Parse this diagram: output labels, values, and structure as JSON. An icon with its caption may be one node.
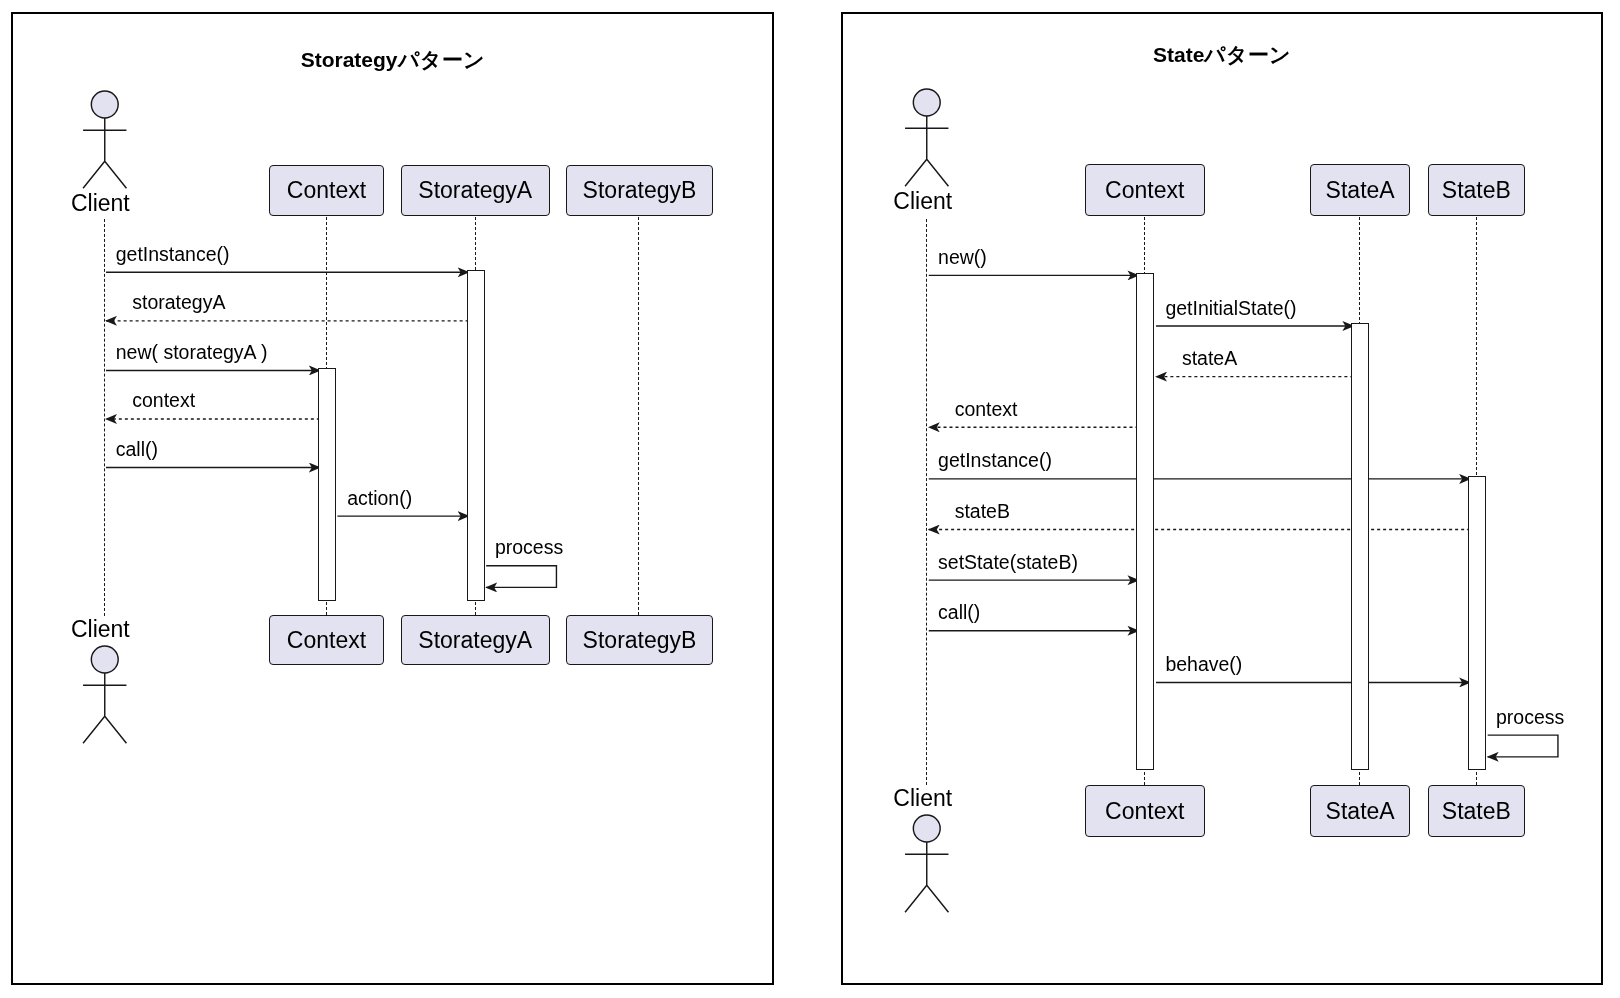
{
  "diagram": {
    "nodes": [
      {
        "text": [
          "Storategyパターン"
        ]
      },
      {
        "text": [
          "Client"
        ],
        "in": 0
      },
      {
        "text": [
          "Context"
        ],
        "in": 0
      },
      {
        "text": [
          "StorategyA"
        ],
        "in": 0
      },
      {
        "text": [
          "StorategyB"
        ],
        "in": 0
      },
      {
        "text": [],
        "shape": "line",
        "in": 0
      },
      {
        "text": [],
        "shape": "line",
        "in": 0
      },
      {
        "text": [],
        "shape": "line",
        "in": 0
      },
      {
        "text": [],
        "shape": "line",
        "in": 0
      },
      {
        "text": [],
        "shape": "bar",
        "in": 0
      },
      {
        "text": [],
        "shape": "bar",
        "in": 0
      },
      {
        "text": [
          "Client"
        ],
        "in": 0
      },
      {
        "text": [
          "Context"
        ],
        "in": 0
      },
      {
        "text": [
          "StorategyA"
        ],
        "in": 0
      },
      {
        "text": [
          "StorategyB"
        ],
        "in": 0
      },
      {
        "text": [
          "Stateパターン"
        ]
      },
      {
        "text": [
          "Client"
        ],
        "in": 15
      },
      {
        "text": [
          "Context"
        ],
        "in": 15
      },
      {
        "text": [
          "StateA"
        ],
        "in": 15
      },
      {
        "text": [
          "StateB"
        ],
        "in": 15
      },
      {
        "text": [],
        "shape": "line",
        "in": 15
      },
      {
        "text": [],
        "shape": "line",
        "in": 15
      },
      {
        "text": [],
        "shape": "line",
        "in": 15
      },
      {
        "text": [],
        "shape": "line",
        "in": 15
      },
      {
        "text": [],
        "shape": "bar",
        "in": 15
      },
      {
        "text": [],
        "shape": "bar",
        "in": 15
      },
      {
        "text": [],
        "shape": "bar",
        "in": 15
      },
      {
        "text": [
          "Client"
        ],
        "in": 15
      },
      {
        "text": [
          "Context"
        ],
        "in": 15
      },
      {
        "text": [
          "StateA"
        ],
        "in": 15
      },
      {
        "text": [
          "StateB"
        ],
        "in": 15
      }
    ],
    "edges": [
      {
        "from": 5,
        "to": 10,
        "arrow": "to",
        "label": "getInstance()"
      },
      {
        "from": 10,
        "to": 5,
        "arrow": "to",
        "label": "storategyA",
        "style": "dashed"
      },
      {
        "from": 5,
        "to": 9,
        "arrow": "to",
        "label": "new( storategyA )"
      },
      {
        "from": 9,
        "to": 5,
        "arrow": "to",
        "label": "context",
        "style": "dashed"
      },
      {
        "from": 5,
        "to": 9,
        "arrow": "to",
        "label": "call()"
      },
      {
        "from": 9,
        "to": 10,
        "arrow": "to",
        "label": "action()"
      },
      {
        "from": 10,
        "to": 10,
        "arrow": "to",
        "label": "process"
      },
      {
        "from": 20,
        "to": 24,
        "arrow": "to",
        "label": "new()"
      },
      {
        "from": 24,
        "to": 25,
        "arrow": "to",
        "label": "getInitialState()"
      },
      {
        "from": 25,
        "to": 24,
        "arrow": "to",
        "label": "stateA",
        "style": "dashed"
      },
      {
        "from": 24,
        "to": 20,
        "arrow": "to",
        "label": "context",
        "style": "dashed"
      },
      {
        "from": 20,
        "to": 26,
        "arrow": "to",
        "label": "getInstance()"
      },
      {
        "from": 26,
        "to": 20,
        "arrow": "to",
        "label": "stateB",
        "style": "dashed"
      },
      {
        "from": 20,
        "to": 24,
        "arrow": "to",
        "label": "setState(stateB)"
      },
      {
        "from": 20,
        "to": 24,
        "arrow": "to",
        "label": "call()"
      },
      {
        "from": 24,
        "to": 26,
        "arrow": "to",
        "label": "behave()"
      },
      {
        "from": 26,
        "to": 26,
        "arrow": "to",
        "label": "process"
      }
    ]
  }
}
